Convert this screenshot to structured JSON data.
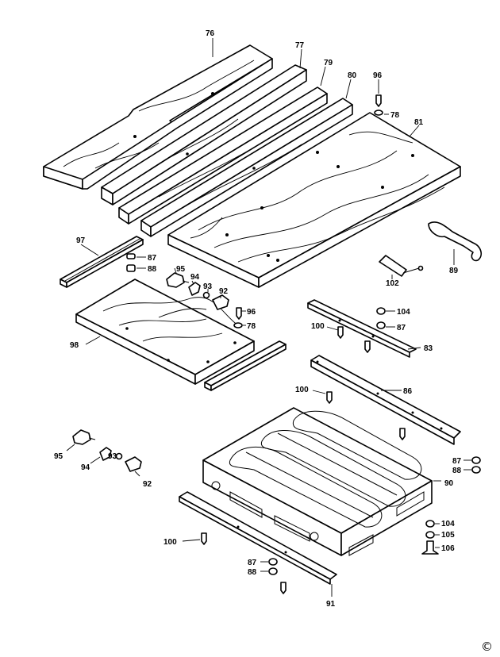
{
  "diagram": {
    "copyright_symbol": "©",
    "part_labels": {
      "p76": "76",
      "p77": "77",
      "p79": "79",
      "p80": "80",
      "p96a": "96",
      "p78a": "78",
      "p81": "81",
      "p97": "97",
      "p87a": "87",
      "p88a": "88",
      "p95a": "95",
      "p94a": "94",
      "p93a": "93",
      "p92a": "92",
      "p96b": "96",
      "p78b": "78",
      "p98": "98",
      "p102": "102",
      "p89": "89",
      "p104a": "104",
      "p100a": "100",
      "p87b": "87",
      "p83": "83",
      "p100b": "100",
      "p86": "86",
      "p95b": "95",
      "p93b": "93",
      "p94b": "94",
      "p92b": "92",
      "p87c": "87",
      "p88b": "88",
      "p90": "90",
      "p104b": "104",
      "p105": "105",
      "p106": "106",
      "p100c": "100",
      "p87d": "87",
      "p88c": "88",
      "p91": "91"
    }
  }
}
